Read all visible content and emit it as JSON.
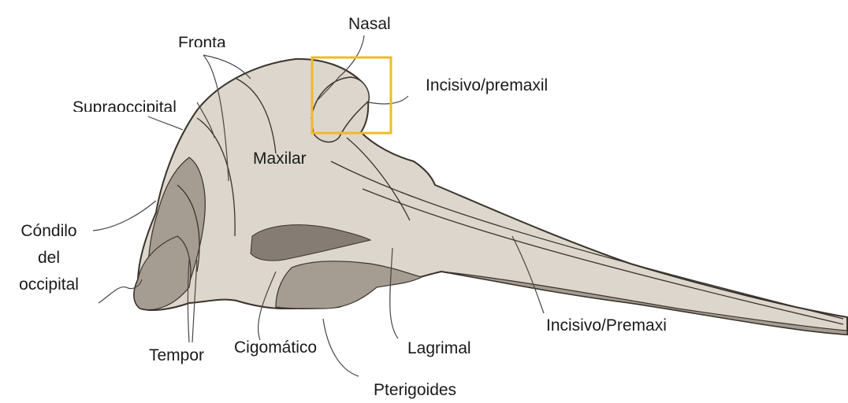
{
  "labels": {
    "fronta": "Fronta",
    "nasal": "Nasal",
    "incisivo_premaxil": "Incisivo/premaxil",
    "supraoccipital": "Supraoccipital",
    "maxilar": "Maxilar",
    "condilo_1": "Cóndilo",
    "condilo_2": "del",
    "condilo_3": "occipital",
    "incisivo_premaxi": "Incisivo/Premaxi",
    "tempor": "Tempor",
    "cigomatico": "Cigomático",
    "lagrimal": "Lagrimal",
    "pterigoides": "Pterigoides"
  },
  "colors": {
    "bone_fill": "#dcd6cc",
    "bone_shadow": "#a59d92",
    "bone_dark": "#857d73",
    "outline": "#3a332c",
    "leader": "#4a4540",
    "highlight_box": "#f2b82a"
  }
}
